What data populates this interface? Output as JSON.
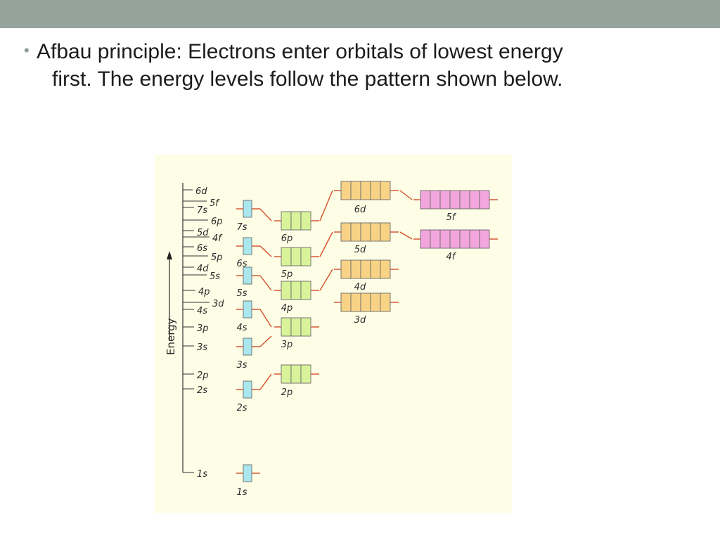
{
  "slide": {
    "bullet_line1": "Afbau principle: Electrons enter orbitals of lowest energy",
    "bullet_line2": "first. The energy levels follow the pattern shown below."
  },
  "diagram": {
    "axis_label": "Energy",
    "colors": {
      "background": "#fefde6",
      "s": "#a9e6ee",
      "p": "#d8f39a",
      "d": "#f8d386",
      "f": "#f3a6dd",
      "connector": "#d4502a",
      "outline": "#6a6a6a"
    },
    "scale_labels": [
      "6d",
      "5f",
      "7s",
      "6p",
      "5d",
      "4f",
      "6s",
      "5p",
      "4d",
      "5s",
      "4p",
      "3d",
      "4s",
      "3p",
      "3s",
      "2p",
      "2s",
      "1s"
    ],
    "orbital_labels": [
      "7s",
      "6s",
      "5s",
      "4s",
      "3s",
      "2s",
      "1s",
      "6p",
      "5p",
      "4p",
      "3p",
      "2p",
      "6d",
      "5d",
      "4d",
      "3d",
      "5f",
      "4f"
    ]
  }
}
